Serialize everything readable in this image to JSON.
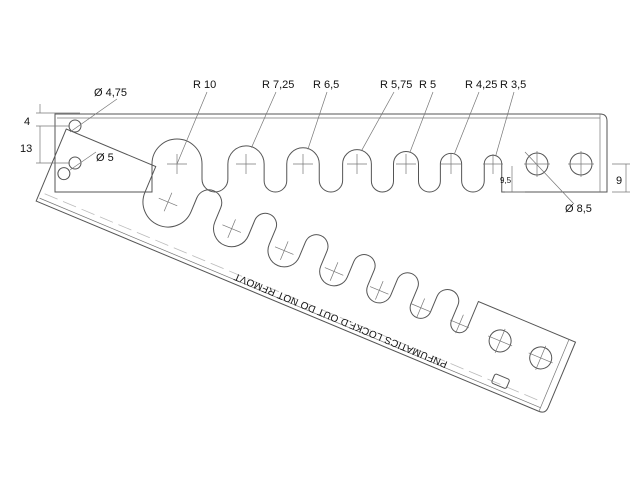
{
  "drawing": {
    "slot_labels": [
      "R 10",
      "R 7,25",
      "R 6,5",
      "R 5,75",
      "R 5",
      "R 4,25",
      "R 3,5"
    ],
    "slot_radii": [
      10,
      7.25,
      6.5,
      5.75,
      5,
      4.25,
      3.5
    ],
    "dims": {
      "hole_small": "Ø 4,75",
      "hole_5": "Ø 5",
      "hole_large": "Ø 8,5",
      "offset_4": "4",
      "offset_13": "13",
      "depth_9_5": "9,5",
      "height_9": "9"
    },
    "stamp_text": "PNFUMATICS LOCKF.D OUT DO NOT RFMOVT"
  }
}
